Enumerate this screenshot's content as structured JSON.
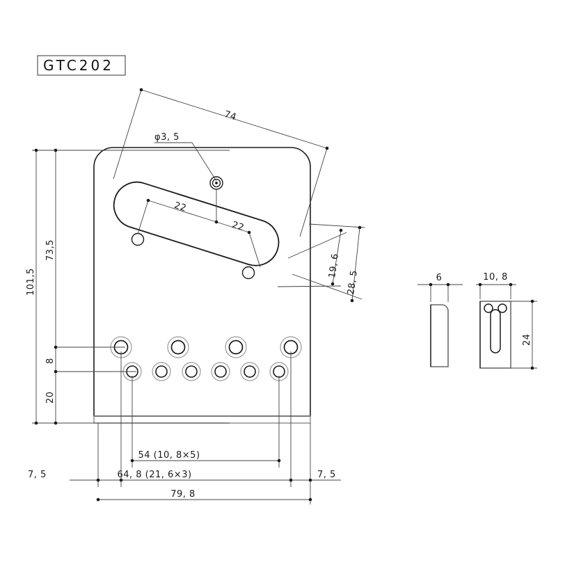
{
  "drawing": {
    "title": "GTC202",
    "background_color": "#ffffff",
    "line_color": "#1a1a1a",
    "dim_line_color": "#404040",
    "part_type": "guitar bridge plate technical drawing"
  },
  "dimensions": {
    "overall_height": "101,5",
    "upper_height": "73,5",
    "hole_row_gap": "8",
    "lower_height": "20",
    "pickup_length": "74",
    "pickup_hole_dia": "φ3, 5",
    "pickup_span_left": "22",
    "pickup_span_right": "22",
    "pickup_offset_inner": "19, 6",
    "pickup_offset_outer": "28, 5",
    "saddle_span": "54 (10, 8×5)",
    "mount_span": "64, 8 (21, 6×3)",
    "overall_width": "79, 8",
    "edge_margin_left": "7, 5",
    "edge_margin_right": "7, 5",
    "side_thickness": "6",
    "saddle_width": "10, 8",
    "saddle_height": "24"
  },
  "views": {
    "front": {
      "name": "front-view",
      "mounting_holes": 4,
      "string_holes": 6
    },
    "side": {
      "name": "side-view",
      "width_label": "6"
    },
    "saddle": {
      "name": "saddle-detail-view",
      "width_label": "10, 8",
      "height_label": "24"
    }
  }
}
